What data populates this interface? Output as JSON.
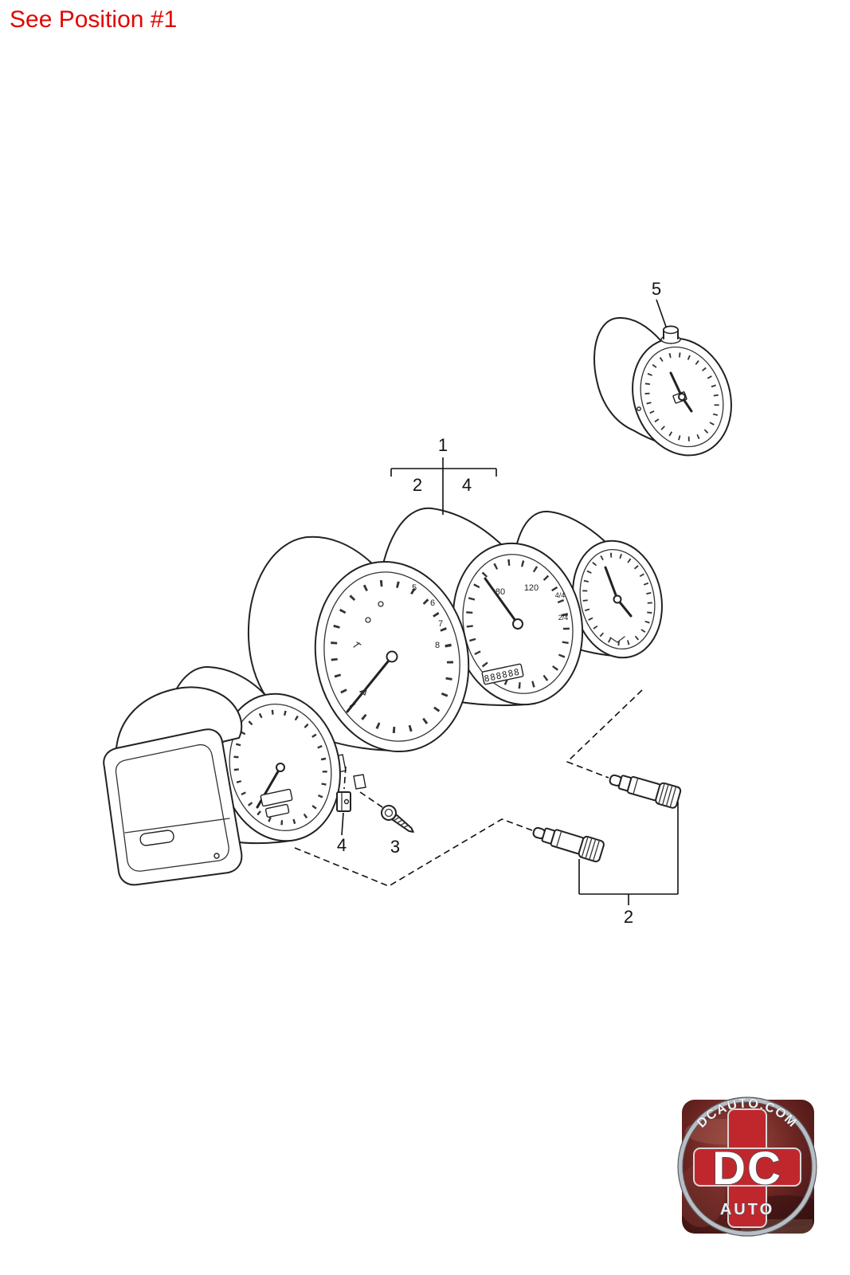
{
  "note": {
    "text": "See Position #1"
  },
  "callouts": {
    "assembly": "1",
    "included_a": "2",
    "included_b": "4",
    "chronometer": "5",
    "clip": "4",
    "screw": "3",
    "bulbs": "2"
  },
  "dial": {
    "speedo_digits": [
      "5",
      "6",
      "7",
      "8"
    ],
    "tach_digits": [
      "80",
      "120"
    ],
    "fuel_marks": [
      "4/4",
      "2/4"
    ],
    "odometer": "888888"
  },
  "logo": {
    "arc_text": "DCAUTO.COM",
    "initials": "DC",
    "word": "AUTO"
  },
  "colors": {
    "note_red": "#e10600",
    "line_ink": "#222222",
    "logo_red": "#c0272d",
    "logo_ring": "#b9bec4",
    "logo_bg_dark": "#401412"
  }
}
